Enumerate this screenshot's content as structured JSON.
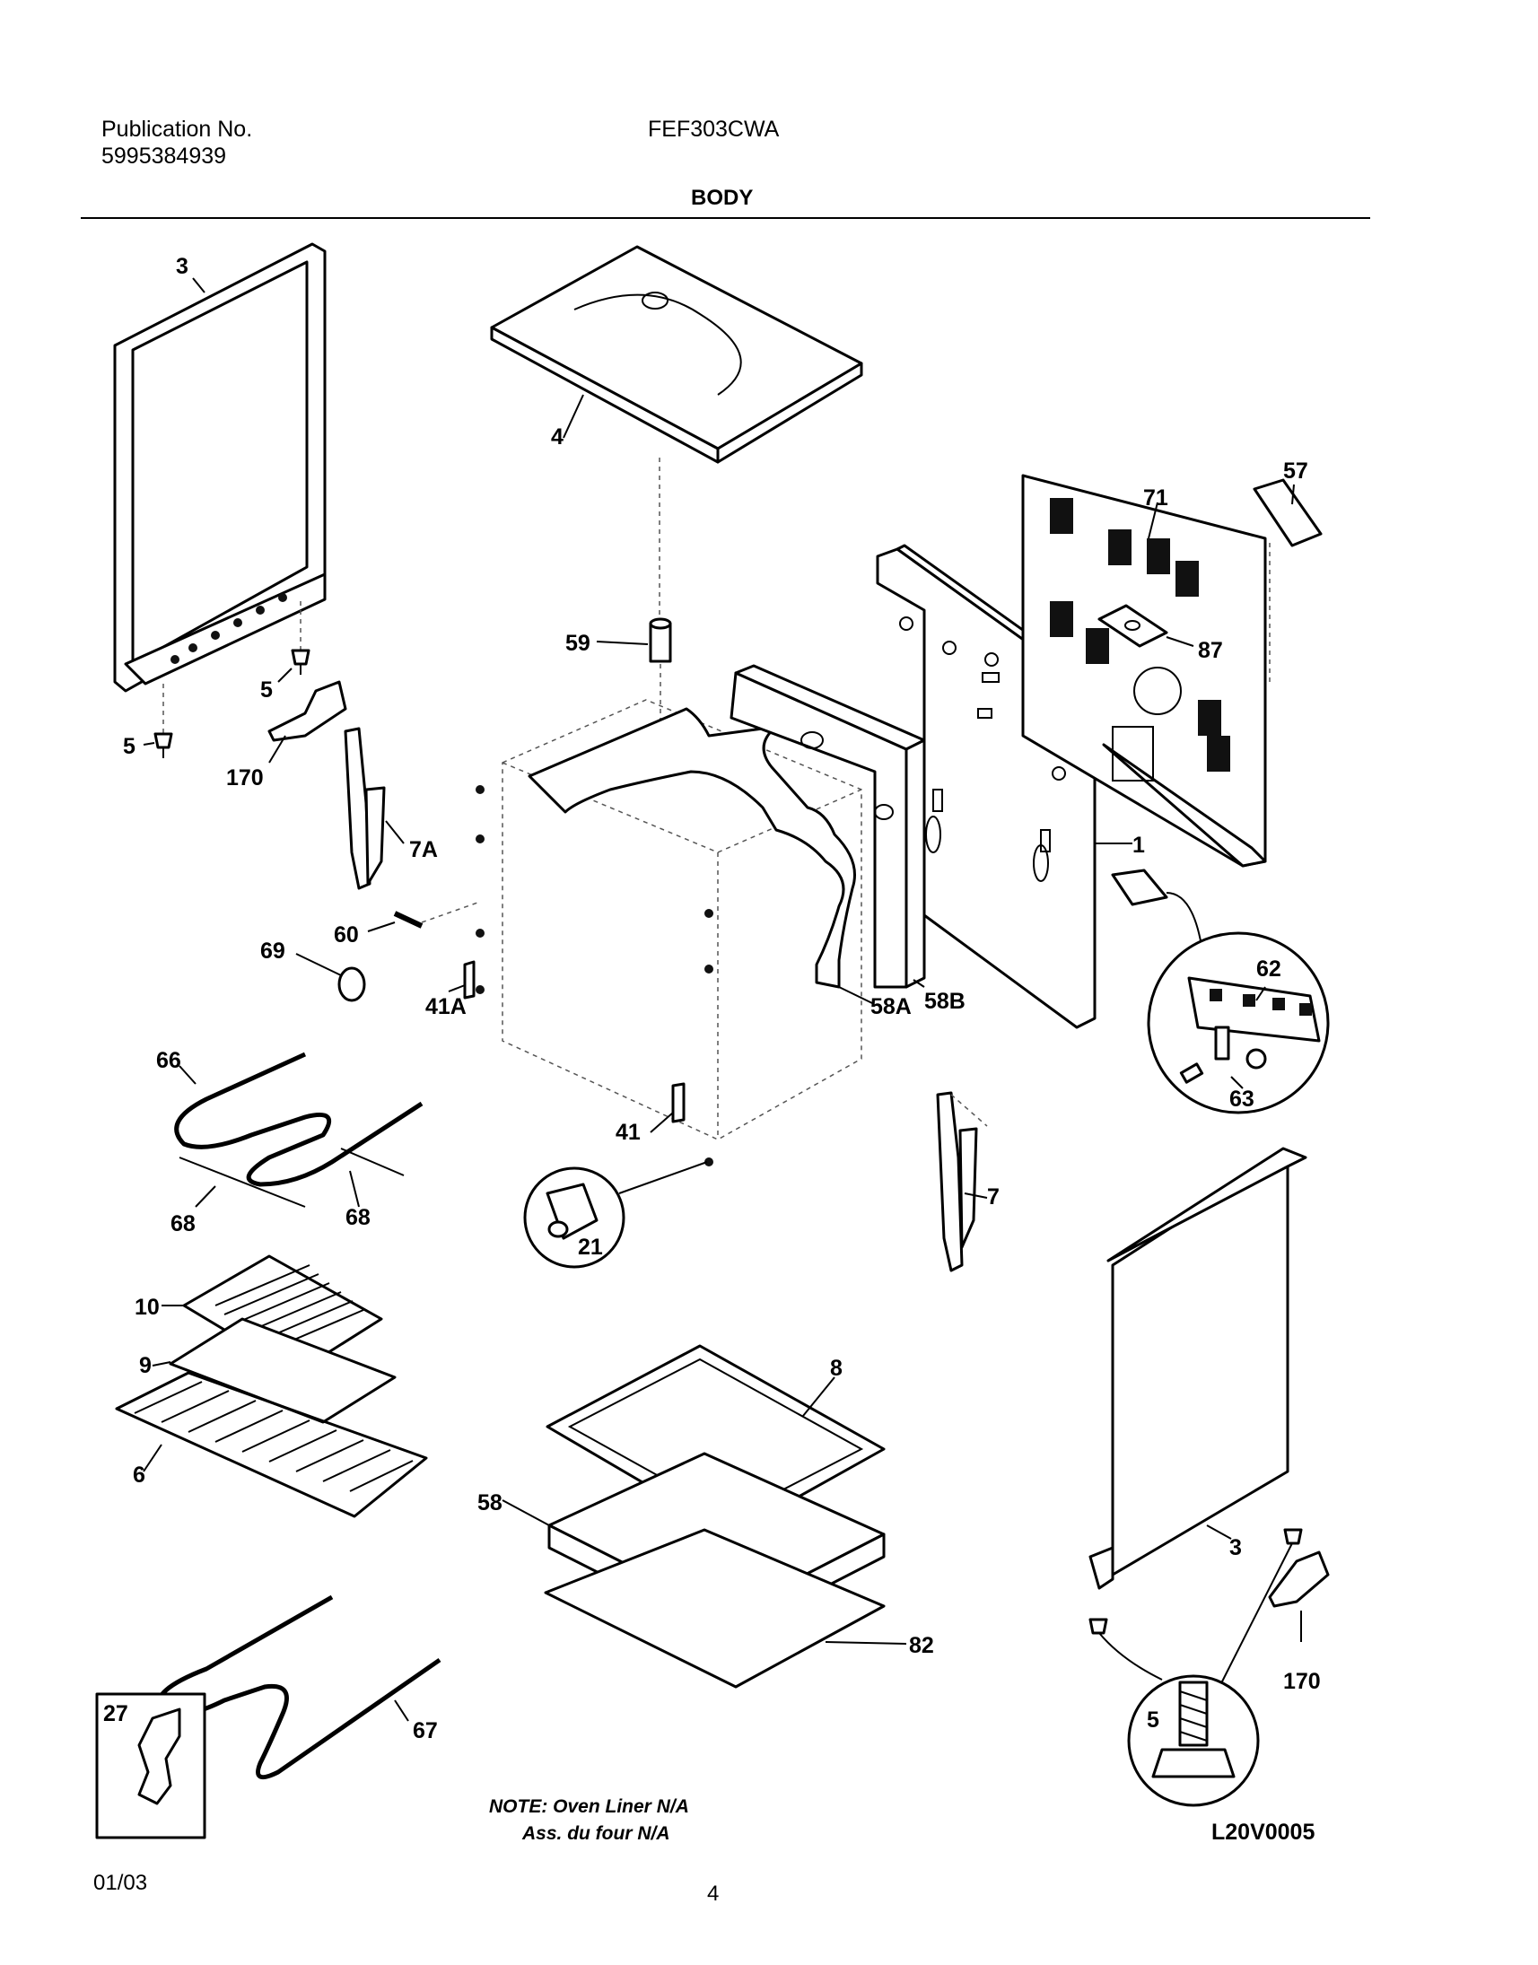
{
  "header": {
    "publication_label": "Publication No.",
    "publication_number": "5995384939",
    "model": "FEF303CWA",
    "section_title": "BODY"
  },
  "callouts": {
    "c3_top": "3",
    "c4": "4",
    "c57": "57",
    "c71": "71",
    "c87": "87",
    "c59": "59",
    "c5_a": "5",
    "c5_b": "5",
    "c170_left": "170",
    "c7A": "7A",
    "c1": "1",
    "c60": "60",
    "c69": "69",
    "c62": "62",
    "c41A": "41A",
    "c58A": "58A",
    "c58B": "58B",
    "c66": "66",
    "c63": "63",
    "c41": "41",
    "c7": "7",
    "c68_left": "68",
    "c68_right": "68",
    "c21": "21",
    "c10": "10",
    "c9": "9",
    "c8": "8",
    "c6": "6",
    "c58": "58",
    "c3_bottom": "3",
    "c82": "82",
    "c170_right": "170",
    "c67": "67",
    "c27": "27",
    "c5_detail": "5"
  },
  "note": {
    "line1": "NOTE: Oven Liner N/A",
    "line2": "Ass. du four N/A"
  },
  "drawing_code": "L20V0005",
  "footer": {
    "date": "01/03",
    "page": "4"
  }
}
